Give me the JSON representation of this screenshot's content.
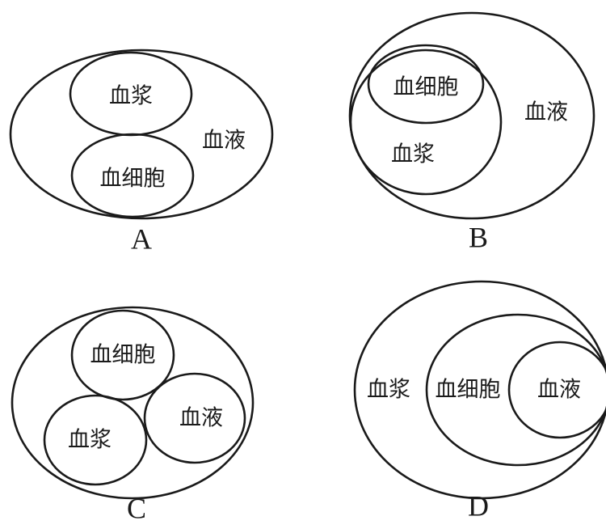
{
  "panels": {
    "a": {
      "caption": "A",
      "blood": "血液",
      "plasma": "血浆",
      "cells": "血细胞"
    },
    "b": {
      "caption": "B",
      "blood": "血液",
      "plasma": "血浆",
      "cells": "血细胞"
    },
    "c": {
      "caption": "C",
      "cells": "血细胞",
      "plasma": "血浆",
      "blood": "血液"
    },
    "d": {
      "caption": "D",
      "plasma": "血浆",
      "cells": "血细胞",
      "blood": "血液"
    }
  }
}
